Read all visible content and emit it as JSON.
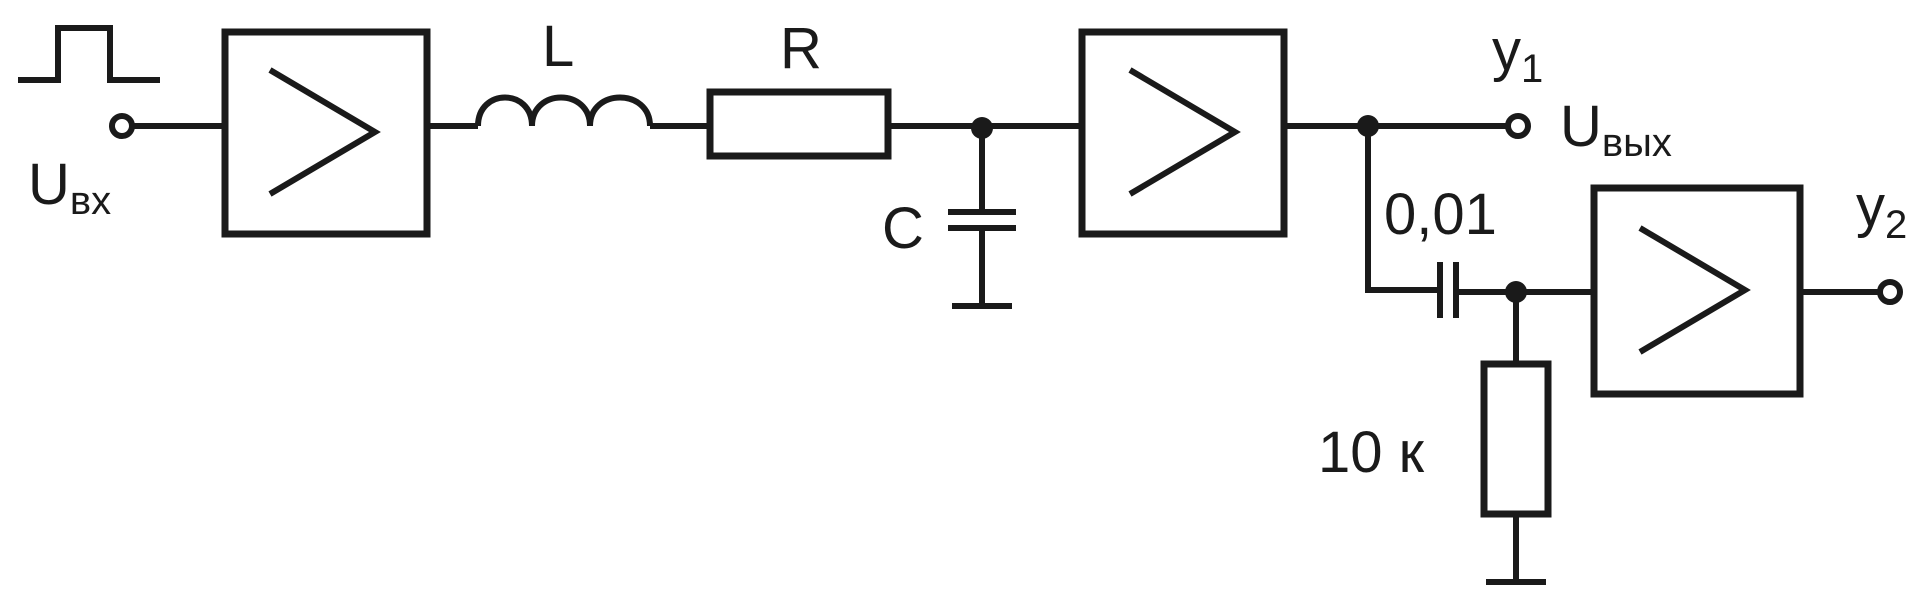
{
  "labels": {
    "input_main": "U",
    "input_sub": "вх",
    "inductor": "L",
    "resistor": "R",
    "capacitor": "C",
    "out1_main": "y",
    "out1_sub": "1",
    "output_main": "U",
    "output_sub": "вых",
    "coupling_cap": "0,01",
    "out2_main": "y",
    "out2_sub": "2",
    "load_resistor": "10 к"
  },
  "colors": {
    "ink": "#1a1a1a",
    "background": "#ffffff"
  },
  "icons": {
    "input_signal": "square-pulse-icon",
    "amplifier": "triangle-amplifier-icon",
    "terminal": "open-circle-terminal-icon",
    "junction": "filled-dot-junction-icon",
    "ground": "ground-icon"
  }
}
